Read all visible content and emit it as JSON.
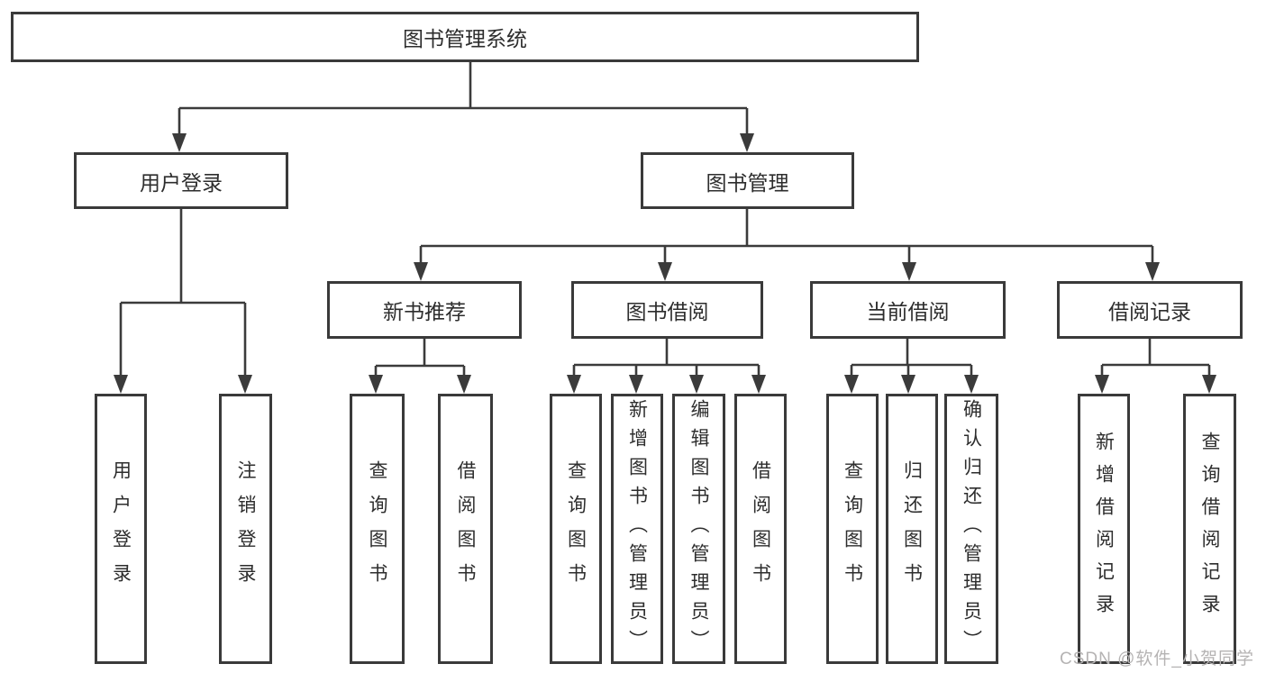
{
  "diagram": {
    "root": {
      "label": "图书管理系统"
    },
    "level2": [
      {
        "label": "用户登录"
      },
      {
        "label": "图书管理"
      }
    ],
    "level3": [
      {
        "label": "新书推荐"
      },
      {
        "label": "图书借阅"
      },
      {
        "label": "当前借阅"
      },
      {
        "label": "借阅记录"
      }
    ],
    "leaves": [
      {
        "label": "用户登录"
      },
      {
        "label": "注销登录"
      },
      {
        "label": "查询图书"
      },
      {
        "label": "借阅图书"
      },
      {
        "label": "查询图书"
      },
      {
        "label": "新增图书（管理员）"
      },
      {
        "label": "编辑图书（管理员）"
      },
      {
        "label": "借阅图书"
      },
      {
        "label": "查询图书"
      },
      {
        "label": "归还图书"
      },
      {
        "label": "确认归还（管理员）"
      },
      {
        "label": "新增借阅记录"
      },
      {
        "label": "查询借阅记录"
      }
    ]
  },
  "watermark": {
    "text": "CSDN @软件_小贺同学"
  },
  "colors": {
    "line": "#3b3b3b",
    "border": "#3a3a3a",
    "text": "#2d2d2d",
    "watermark": "#b5b3b3",
    "background": "#ffffff"
  }
}
